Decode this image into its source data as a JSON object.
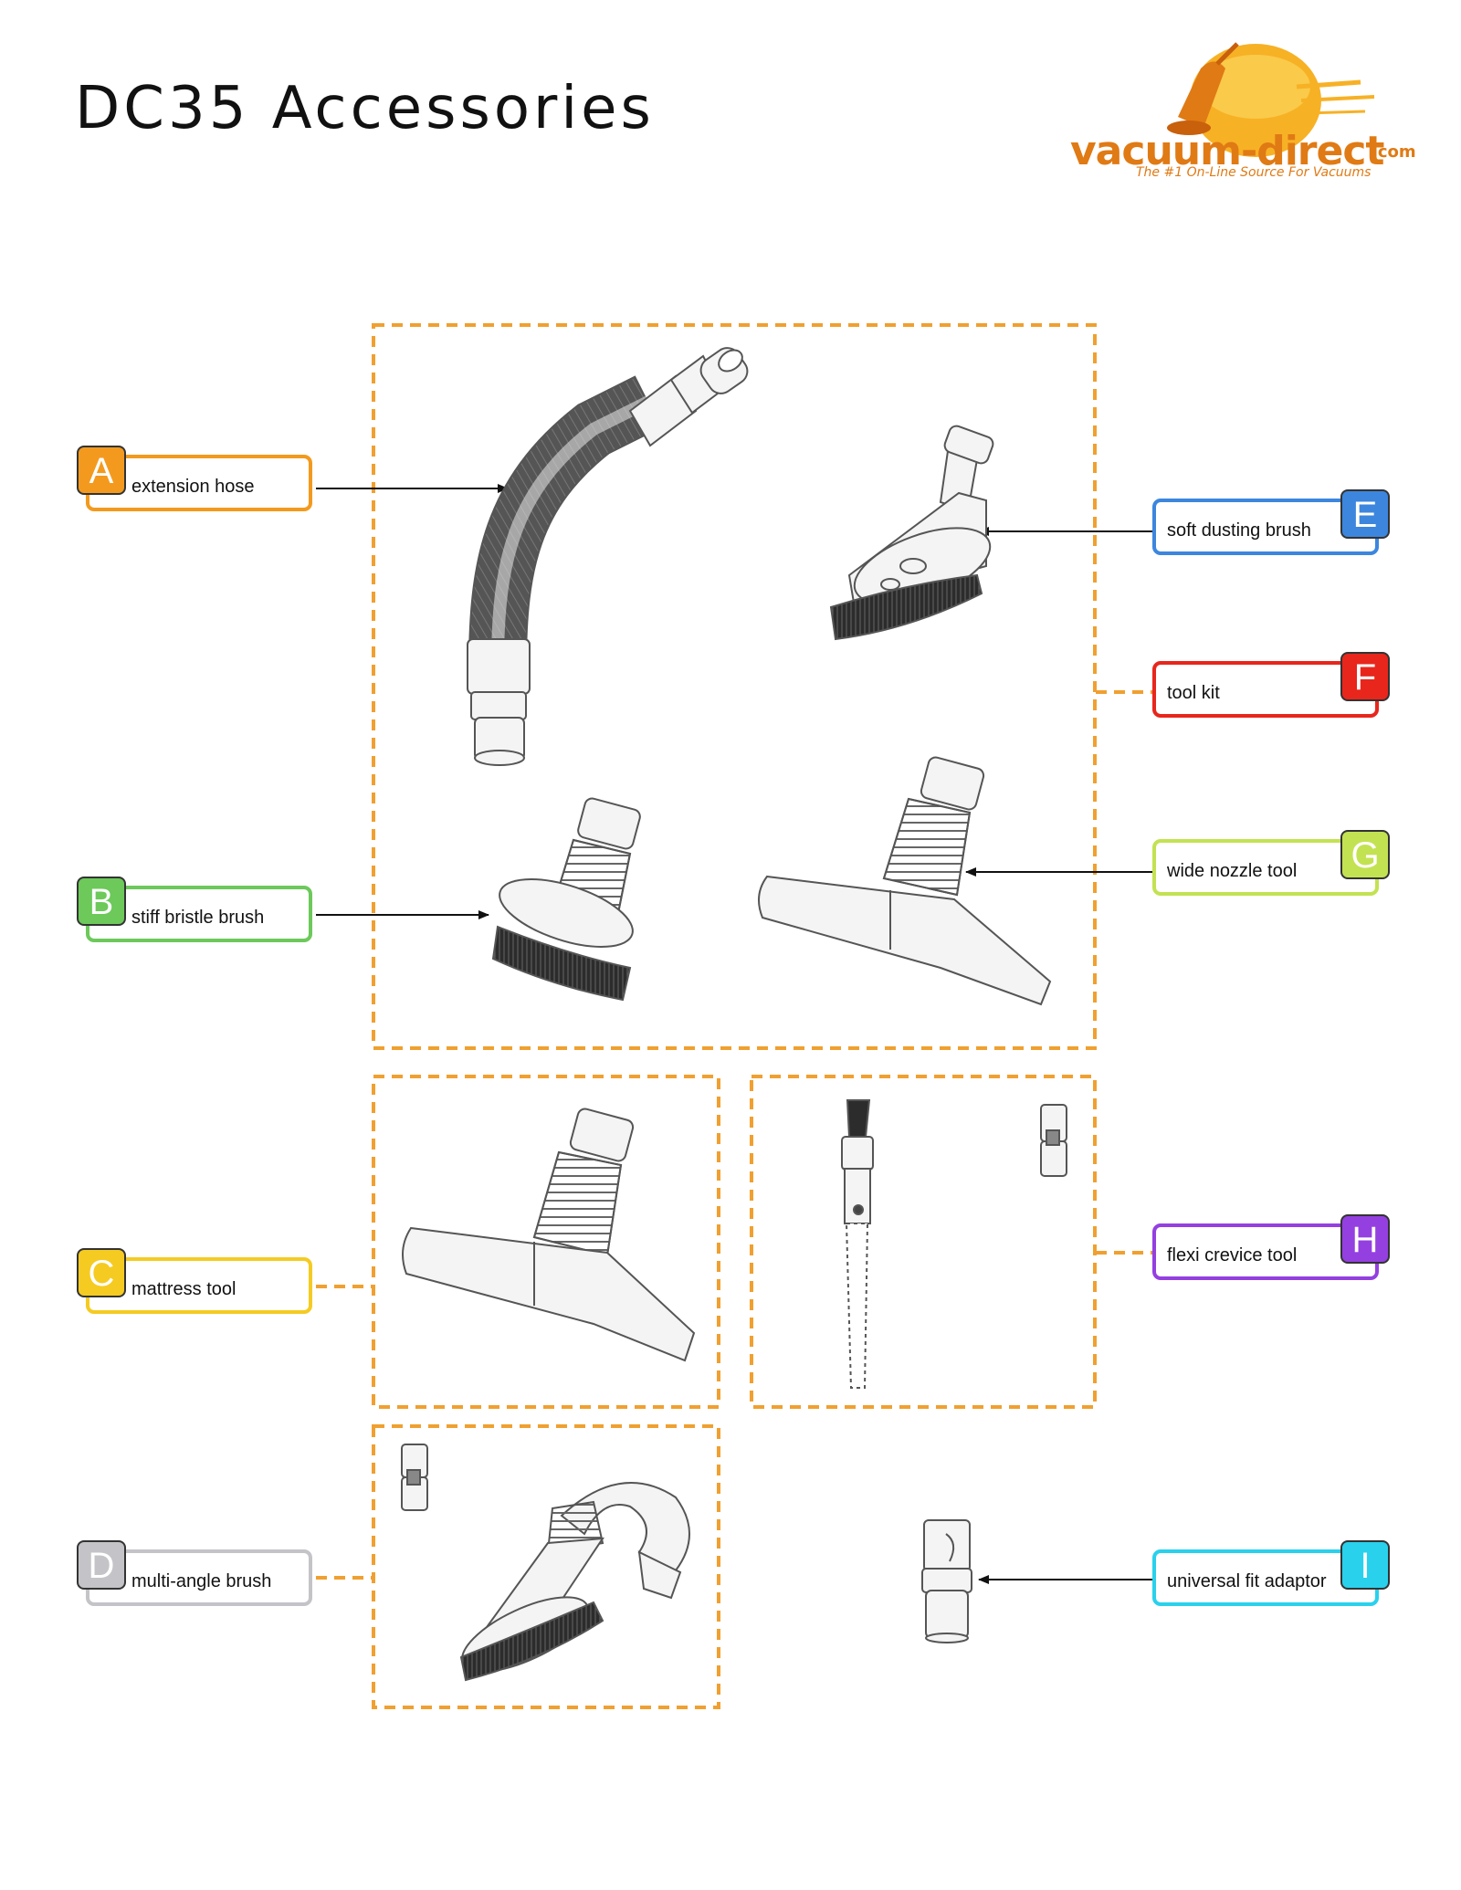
{
  "title": "DC35 Accessories",
  "logo": {
    "brand": "vacuum-direct",
    "tld": ".com",
    "tagline": "The #1 On-Line Source For Vacuums"
  },
  "labels": {
    "a": {
      "letter": "A",
      "text": "extension hose",
      "color": "#f39a1e"
    },
    "b": {
      "letter": "B",
      "text": "stiff bristle brush",
      "color": "#6cc95a"
    },
    "c": {
      "letter": "C",
      "text": "mattress tool",
      "color": "#f5cb22"
    },
    "d": {
      "letter": "D",
      "text": "multi-angle brush",
      "color": "#c4c4c8"
    },
    "e": {
      "letter": "E",
      "text": "soft dusting brush",
      "color": "#3c86de"
    },
    "f": {
      "letter": "F",
      "text": "tool kit",
      "color": "#e8261c"
    },
    "g": {
      "letter": "G",
      "text": "wide nozzle tool",
      "color": "#c3e252"
    },
    "h": {
      "letter": "H",
      "text": "flexi crevice tool",
      "color": "#9440e0"
    },
    "i": {
      "letter": "I",
      "text": "universal fit adaptor",
      "color": "#29d1ec"
    }
  },
  "colors": {
    "dashed_frame": "#f0a030",
    "part_line": "#555555",
    "part_fill": "#f4f4f4",
    "bristle": "#333333"
  },
  "icons": [
    "vacuum-logo-icon"
  ]
}
